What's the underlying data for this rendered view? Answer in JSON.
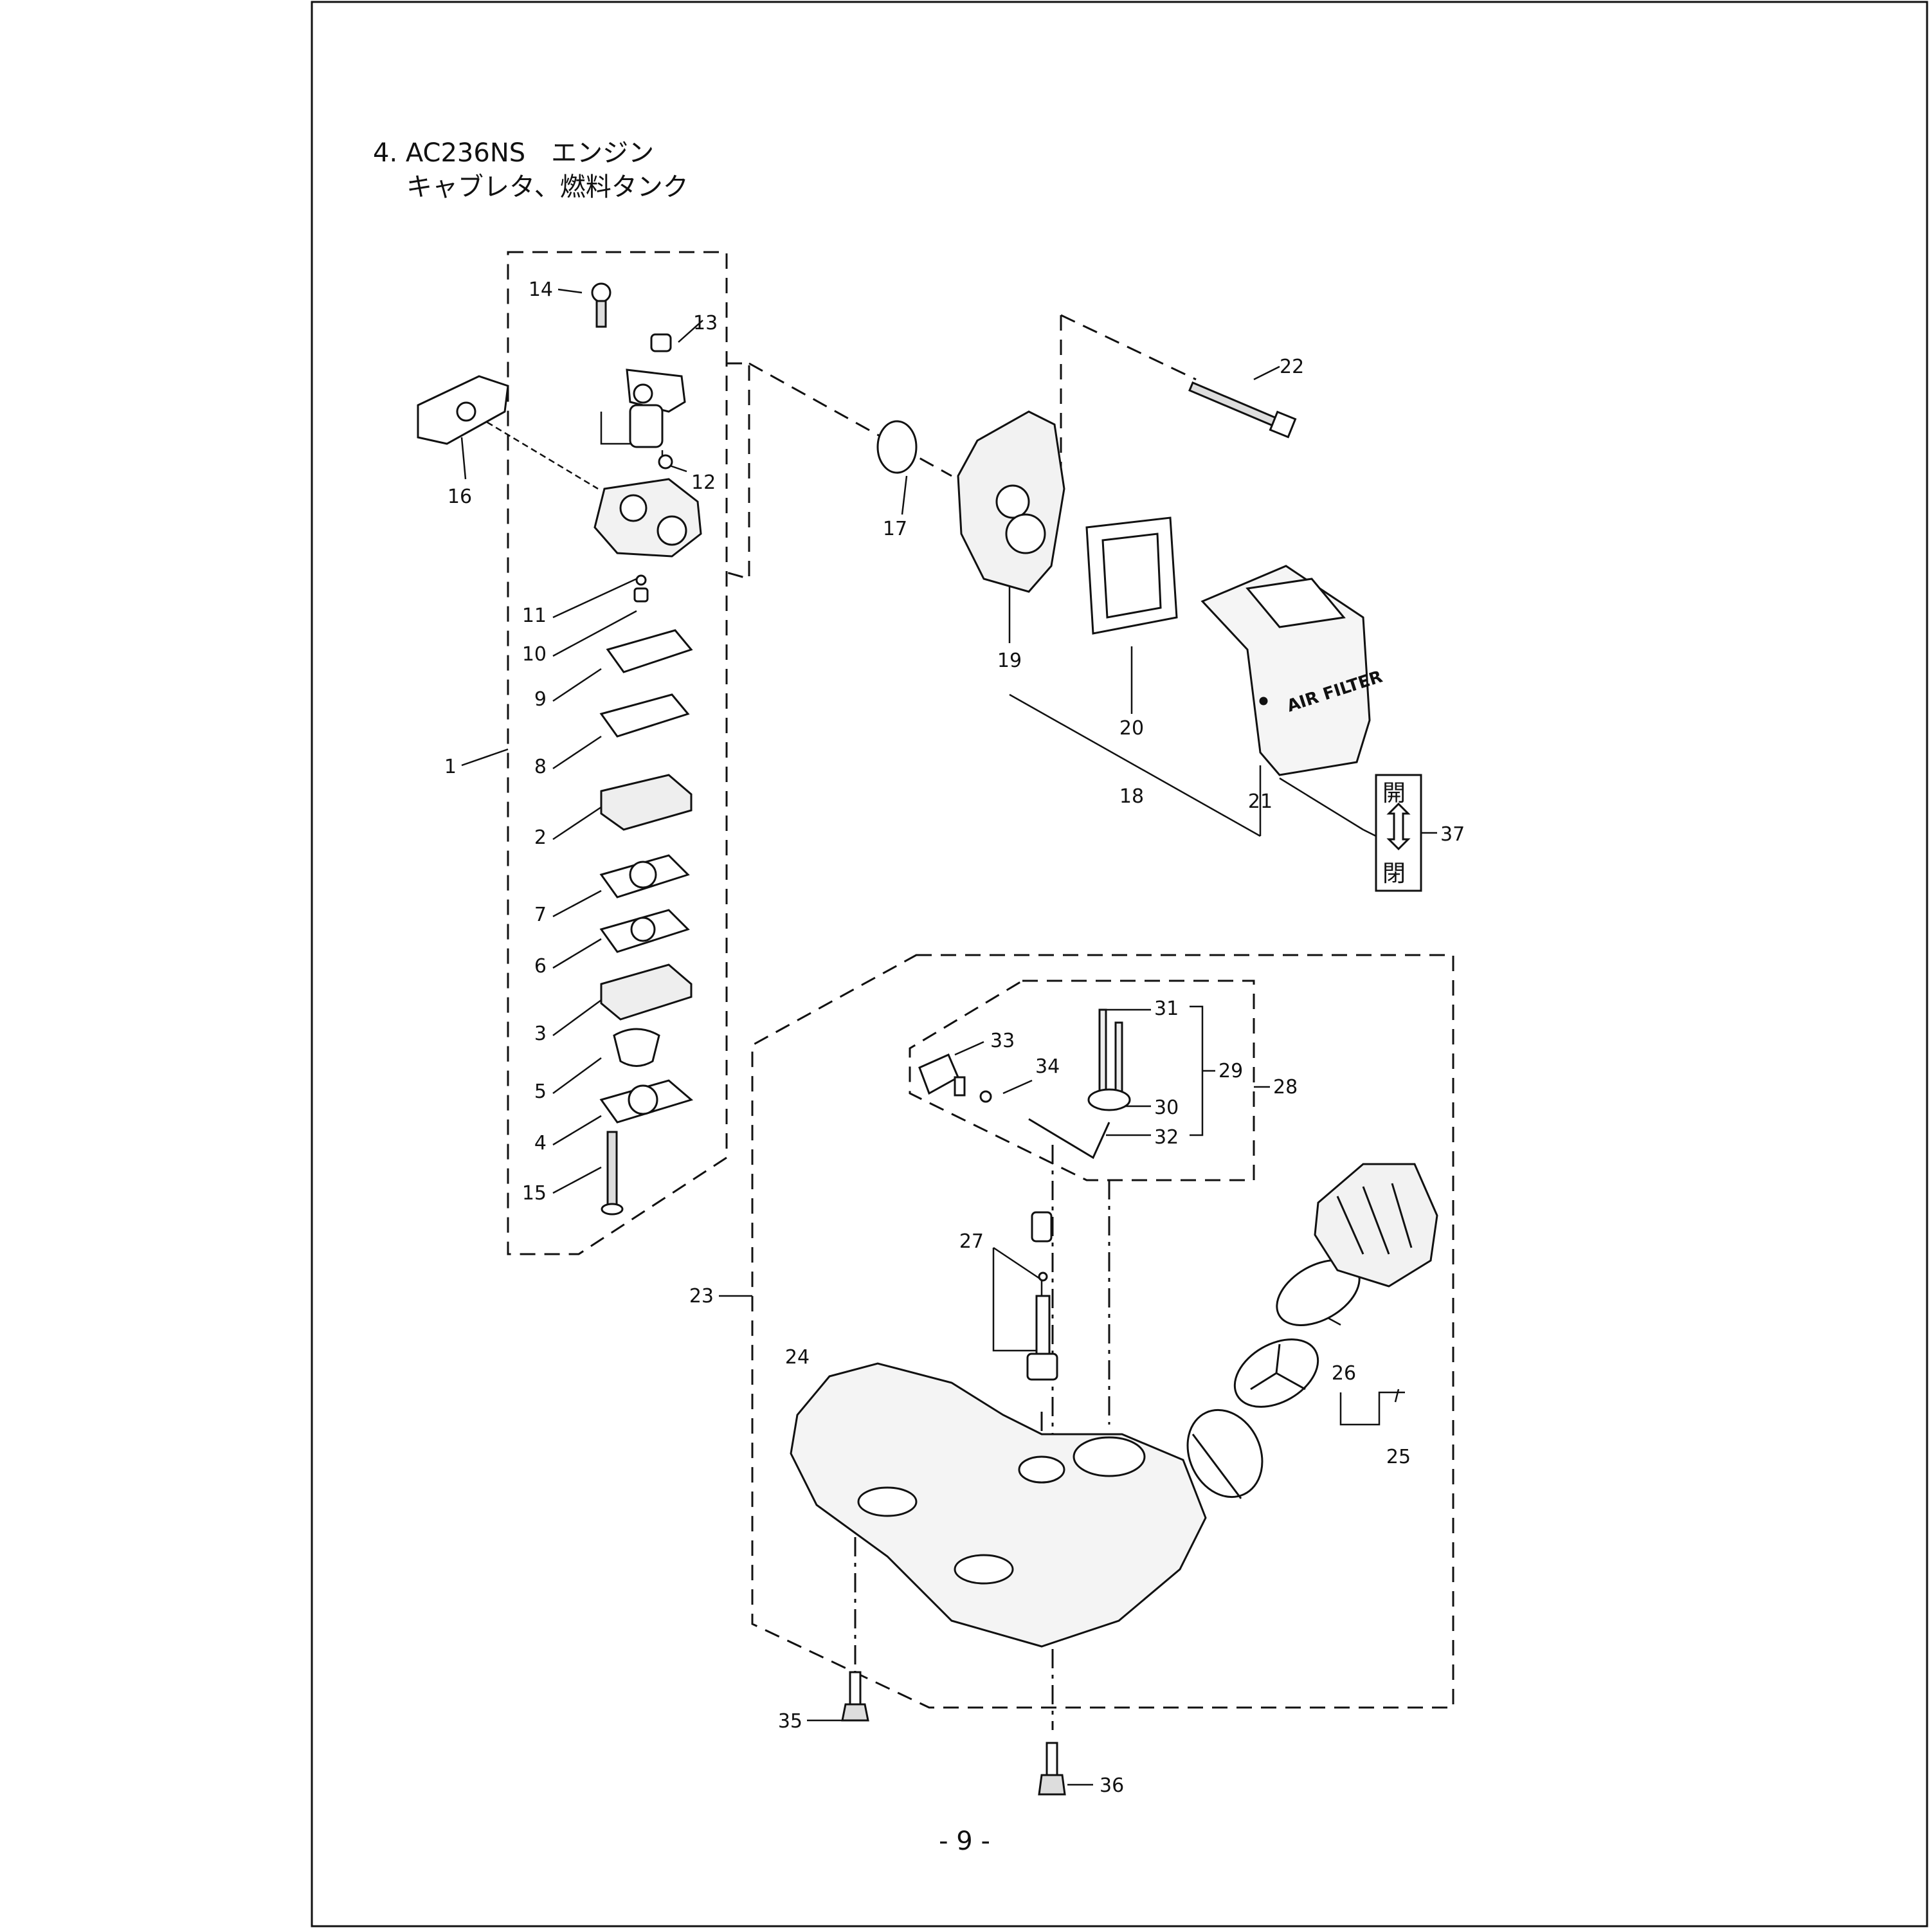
{
  "title": {
    "line1": "4. AC236NS　エンジン",
    "line2": "キャブレタ、燃料タンク"
  },
  "air_filter_label": "AIR FILTER",
  "choke_label": {
    "open": "開",
    "closed": "閉"
  },
  "page_number": "- 9 -",
  "callouts": [
    "1",
    "2",
    "3",
    "4",
    "5",
    "6",
    "7",
    "8",
    "9",
    "10",
    "11",
    "12",
    "13",
    "14",
    "15",
    "16",
    "17",
    "18",
    "19",
    "20",
    "21",
    "22",
    "23",
    "24",
    "25",
    "26",
    "27",
    "28",
    "29",
    "30",
    "31",
    "32",
    "33",
    "34",
    "35",
    "36",
    "37"
  ]
}
